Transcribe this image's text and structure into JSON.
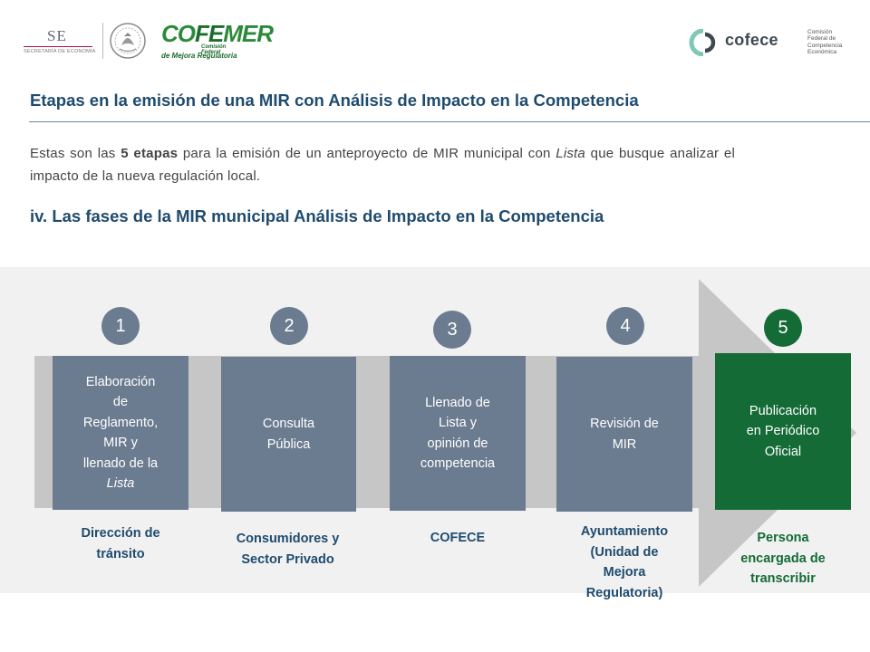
{
  "header": {
    "se_logo": {
      "mark": "SE",
      "caption": "SECRETARÍA DE ECONOMÍA"
    },
    "cofemer_logo": {
      "mark_a": "CO",
      "mark_b": "FE",
      "mark_c": "MER",
      "line1": "Comisión Federal",
      "line2": "de Mejora Regulatoria"
    },
    "cofece_logo": {
      "word": "cofece",
      "desc_lines": [
        "Comisión",
        "Federal de",
        "Competencia",
        "Económica"
      ]
    }
  },
  "title": "Etapas en la emisión de una MIR con Análisis de Impacto en la Competencia",
  "intro": {
    "part1": "Estas son las ",
    "bold": "5 etapas",
    "part2": " para la emisión de un anteproyecto de MIR municipal con ",
    "italic": "Lista",
    "part3": " que busque analizar el impacto de la nueva regulación local."
  },
  "subtitle": "iv. Las fases de la MIR municipal Análisis de Impacto en la Competencia",
  "steps": [
    {
      "number": "1",
      "label_lines": [
        "Elaboración",
        "de",
        "Reglamento,",
        "MIR y",
        "llenado de la"
      ],
      "label_italic": "Lista",
      "actor_lines": [
        "Dirección de",
        "tránsito"
      ]
    },
    {
      "number": "2",
      "label_lines": [
        "Consulta",
        "Pública"
      ],
      "actor_lines": [
        "Consumidores y",
        "Sector Privado"
      ]
    },
    {
      "number": "3",
      "label_lines": [
        "Llenado de",
        "Lista y",
        "opinión de",
        "competencia"
      ],
      "actor_lines": [
        "COFECE"
      ]
    },
    {
      "number": "4",
      "label_lines": [
        "Revisión de",
        "MIR"
      ],
      "actor_lines": [
        "Ayuntamiento",
        "(Unidad de",
        "Mejora",
        "Regulatoria)"
      ]
    },
    {
      "number": "5",
      "label_lines": [
        "Publicación",
        "en Periódico",
        "Oficial"
      ],
      "actor_lines": [
        "Persona",
        "encargada de",
        "transcribir"
      ]
    }
  ],
  "colors": {
    "step_blue": "#6b7b90",
    "step_green": "#146b36",
    "title_blue": "#1f4b6e"
  }
}
